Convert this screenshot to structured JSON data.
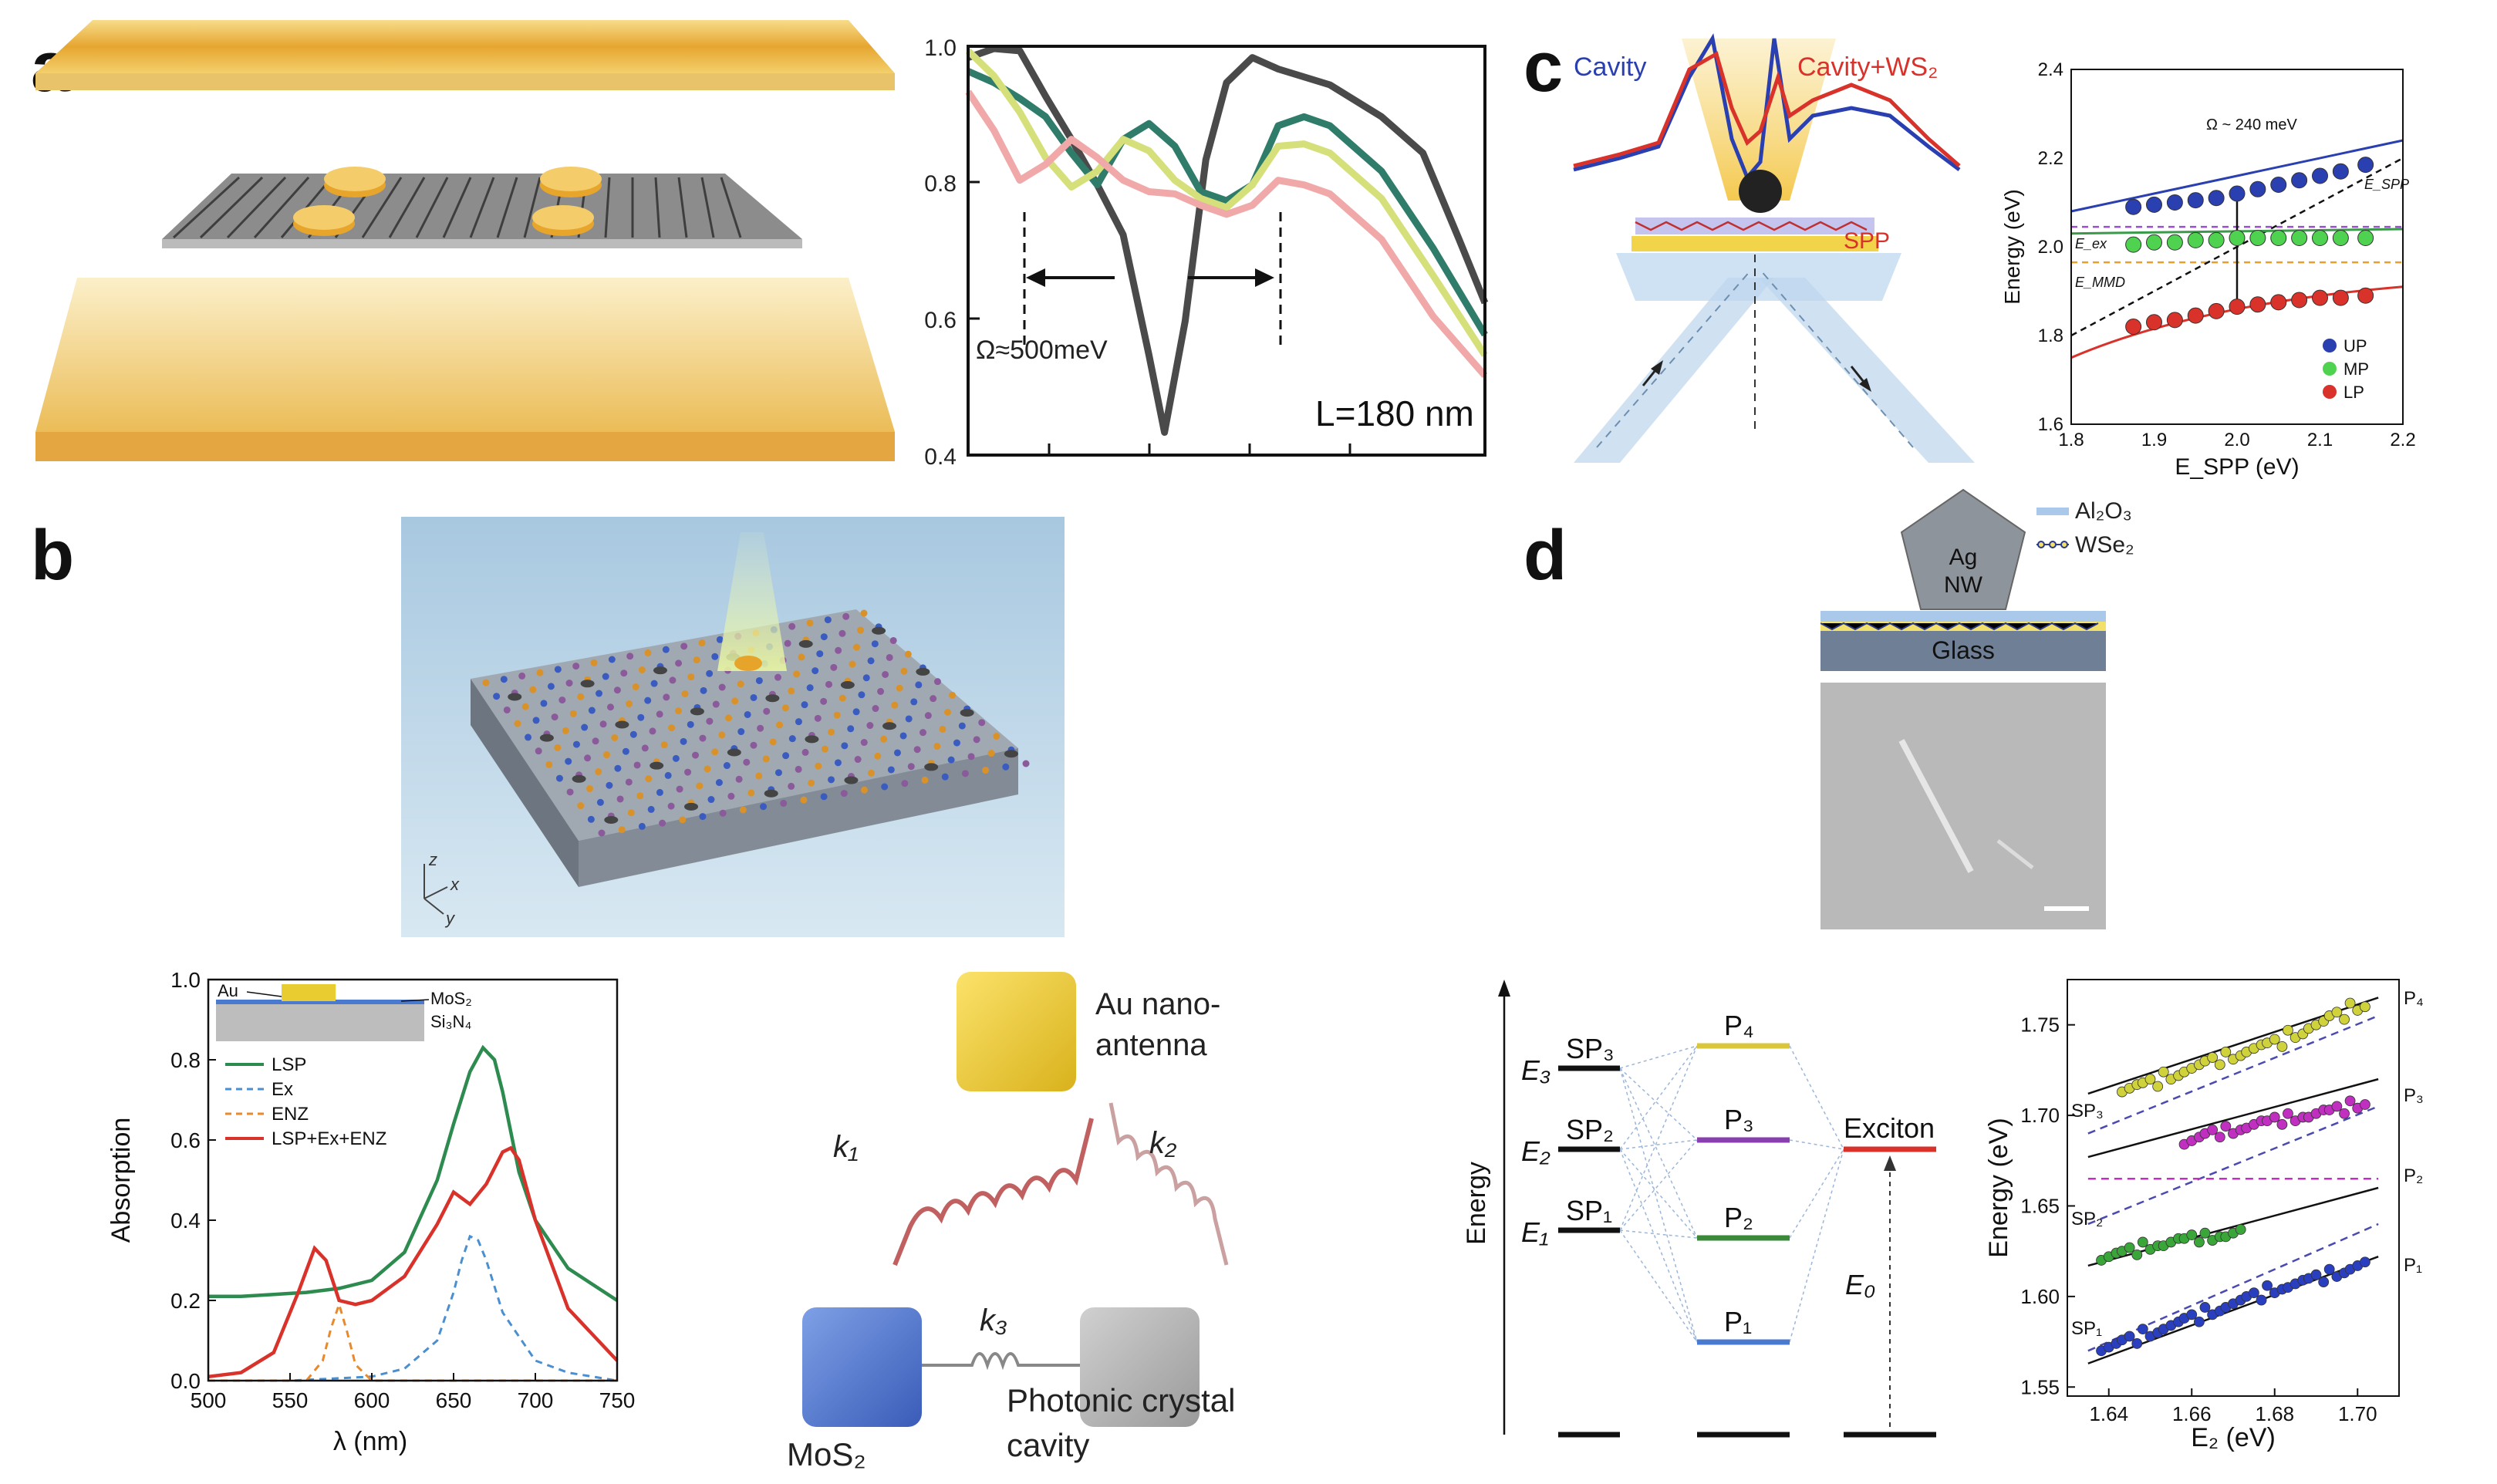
{
  "panel_letters": {
    "a": "a",
    "b": "b",
    "c": "c",
    "d": "d"
  },
  "colors": {
    "gold": "#e9b73a",
    "gold_light": "#f3d583",
    "dark_grey": "#4a4a4a",
    "teal": "#2f7c6a",
    "lime": "#d6e07a",
    "pink": "#f0a8a8",
    "blue": "#2a3fb0",
    "red": "#d8322a",
    "green": "#3a9a4a",
    "purple": "#8a3fb0",
    "yellow": "#d9d43a",
    "magenta": "#c02fc0",
    "light_blue": "#9ec3e3"
  },
  "panel_a": {
    "chart": {
      "type": "line",
      "ylim": [
        0.4,
        1.0
      ],
      "yticks": [
        "1.0",
        "0.8",
        "0.6",
        "0.4"
      ],
      "annotation": "Ω≈500meV",
      "label": "L=180 nm",
      "series": [
        {
          "color": "#4a4a4a",
          "x": [
            0,
            0.05,
            0.1,
            0.15,
            0.2,
            0.25,
            0.3,
            0.35,
            0.38,
            0.42,
            0.46,
            0.5,
            0.55,
            0.6,
            0.7,
            0.8,
            0.88,
            0.95,
            1.0
          ],
          "y": [
            0.98,
            1.0,
            0.99,
            0.93,
            0.86,
            0.8,
            0.72,
            0.55,
            0.43,
            0.6,
            0.83,
            0.95,
            0.98,
            0.97,
            0.94,
            0.9,
            0.84,
            0.72,
            0.62
          ]
        },
        {
          "color": "#2f7c6a",
          "x": [
            0,
            0.05,
            0.1,
            0.15,
            0.2,
            0.25,
            0.3,
            0.35,
            0.4,
            0.45,
            0.5,
            0.55,
            0.6,
            0.65,
            0.7,
            0.8,
            0.9,
            1.0
          ],
          "y": [
            0.96,
            0.95,
            0.92,
            0.9,
            0.84,
            0.8,
            0.86,
            0.89,
            0.85,
            0.79,
            0.77,
            0.8,
            0.88,
            0.9,
            0.88,
            0.82,
            0.7,
            0.58
          ]
        },
        {
          "color": "#d6e07a",
          "x": [
            0,
            0.05,
            0.1,
            0.15,
            0.2,
            0.25,
            0.3,
            0.35,
            0.4,
            0.45,
            0.5,
            0.55,
            0.6,
            0.65,
            0.7,
            0.8,
            0.9,
            1.0
          ],
          "y": [
            0.99,
            0.96,
            0.9,
            0.84,
            0.79,
            0.82,
            0.86,
            0.85,
            0.8,
            0.78,
            0.76,
            0.8,
            0.85,
            0.86,
            0.84,
            0.78,
            0.66,
            0.55
          ]
        },
        {
          "color": "#f0a8a8",
          "x": [
            0,
            0.05,
            0.1,
            0.15,
            0.2,
            0.25,
            0.3,
            0.35,
            0.4,
            0.45,
            0.5,
            0.55,
            0.6,
            0.65,
            0.7,
            0.8,
            0.9,
            1.0
          ],
          "y": [
            0.93,
            0.88,
            0.8,
            0.83,
            0.86,
            0.84,
            0.8,
            0.79,
            0.78,
            0.77,
            0.75,
            0.77,
            0.8,
            0.8,
            0.78,
            0.72,
            0.6,
            0.52
          ]
        }
      ]
    }
  },
  "panel_b": {
    "axes_label": {
      "z": "z",
      "x": "x",
      "y": "y"
    },
    "chart": {
      "type": "line",
      "xlabel": "λ (nm)",
      "ylabel": "Absorption",
      "xlim": [
        500,
        750
      ],
      "ylim": [
        0.0,
        1.0
      ],
      "xticks": [
        "500",
        "550",
        "600",
        "650",
        "700",
        "750"
      ],
      "yticks": [
        "0.0",
        "0.2",
        "0.4",
        "0.6",
        "0.8",
        "1.0"
      ],
      "inset": {
        "au": "Au",
        "mos2": "MoS₂",
        "si3n4": "Si₃N₄"
      },
      "legend": [
        "LSP",
        "Ex",
        "ENZ",
        "LSP+Ex+ENZ"
      ],
      "series": [
        {
          "name": "LSP",
          "color": "#2e8b4f",
          "dash": false,
          "x": [
            500,
            520,
            540,
            560,
            580,
            600,
            620,
            640,
            650,
            660,
            668,
            675,
            680,
            690,
            700,
            720,
            750
          ],
          "y": [
            0.21,
            0.21,
            0.215,
            0.22,
            0.23,
            0.25,
            0.32,
            0.5,
            0.64,
            0.77,
            0.83,
            0.8,
            0.72,
            0.52,
            0.4,
            0.28,
            0.2
          ]
        },
        {
          "name": "Ex",
          "color": "#4a8fd0",
          "dash": true,
          "x": [
            500,
            550,
            600,
            620,
            640,
            650,
            655,
            660,
            665,
            670,
            680,
            700,
            720,
            750
          ],
          "y": [
            0.0,
            0.0,
            0.01,
            0.03,
            0.1,
            0.22,
            0.3,
            0.36,
            0.35,
            0.3,
            0.17,
            0.05,
            0.02,
            0.0
          ]
        },
        {
          "name": "ENZ",
          "color": "#e88a2c",
          "dash": true,
          "x": [
            500,
            560,
            570,
            575,
            580,
            585,
            590,
            600,
            750
          ],
          "y": [
            0.0,
            0.0,
            0.05,
            0.13,
            0.19,
            0.12,
            0.04,
            0.0,
            0.0
          ]
        },
        {
          "name": "LSP+Ex+ENZ",
          "color": "#d8322a",
          "dash": false,
          "x": [
            500,
            520,
            540,
            555,
            565,
            572,
            580,
            590,
            600,
            620,
            640,
            650,
            660,
            670,
            680,
            685,
            690,
            700,
            720,
            750
          ],
          "y": [
            0.01,
            0.02,
            0.07,
            0.22,
            0.33,
            0.3,
            0.2,
            0.19,
            0.2,
            0.26,
            0.39,
            0.47,
            0.44,
            0.49,
            0.57,
            0.58,
            0.55,
            0.4,
            0.18,
            0.05
          ]
        }
      ]
    },
    "diagram": {
      "au_label": "Au nano-antenna",
      "au_label_1": "Au nano-",
      "au_label_2": "antenna",
      "mos2_label": "MoS₂",
      "pc_label_1": "Photonic crystal",
      "pc_label_2": "cavity",
      "k1": "k₁",
      "k2": "k₂",
      "k3": "k₃"
    }
  },
  "panel_c": {
    "schematic": {
      "cavity": "Cavity",
      "cavity_ws2": "Cavity+WS₂",
      "spp": "SPP"
    },
    "chart": {
      "type": "scatter",
      "xlabel": "E_SPP (eV)",
      "ylabel": "Energy (eV)",
      "xlim": [
        1.8,
        2.2
      ],
      "ylim": [
        1.6,
        2.4
      ],
      "xticks": [
        "1.8",
        "1.9",
        "2.0",
        "2.1",
        "2.2"
      ],
      "yticks": [
        "1.6",
        "1.8",
        "2.0",
        "2.2",
        "2.4"
      ],
      "annotation": "Ω ~ 240 meV",
      "labels": {
        "espp": "E_SPP",
        "eex": "E_ex",
        "emmd": "E_MMD"
      },
      "legend": [
        "UP",
        "MP",
        "LP"
      ],
      "series": [
        {
          "name": "UP",
          "color": "#2a3fb0",
          "x": [
            1.875,
            1.9,
            1.925,
            1.95,
            1.975,
            2.0,
            2.025,
            2.05,
            2.075,
            2.1,
            2.125,
            2.155
          ],
          "y": [
            2.09,
            2.095,
            2.1,
            2.105,
            2.11,
            2.12,
            2.13,
            2.14,
            2.15,
            2.16,
            2.17,
            2.185
          ]
        },
        {
          "name": "MP",
          "color": "#4fd24f",
          "x": [
            1.875,
            1.9,
            1.925,
            1.95,
            1.975,
            2.0,
            2.025,
            2.05,
            2.075,
            2.1,
            2.125,
            2.155
          ],
          "y": [
            2.005,
            2.01,
            2.01,
            2.015,
            2.015,
            2.02,
            2.02,
            2.02,
            2.02,
            2.02,
            2.02,
            2.02
          ]
        },
        {
          "name": "LP",
          "color": "#d8322a",
          "x": [
            1.875,
            1.9,
            1.925,
            1.95,
            1.975,
            2.0,
            2.025,
            2.05,
            2.075,
            2.1,
            2.125,
            2.155
          ],
          "y": [
            1.82,
            1.83,
            1.835,
            1.845,
            1.855,
            1.865,
            1.87,
            1.875,
            1.88,
            1.885,
            1.885,
            1.89
          ]
        }
      ]
    }
  },
  "panel_d": {
    "schematic": {
      "ag": "Ag",
      "nw": "NW",
      "glass": "Glass",
      "al2o3": "Al₂O₃",
      "wse2": "WSe₂"
    },
    "levels": {
      "energy": "Energy",
      "e3": "E₃",
      "e2": "E₂",
      "e1": "E₁",
      "e0": "E₀",
      "sp3": "SP₃",
      "sp2": "SP₂",
      "sp1": "SP₁",
      "p4": "P₄",
      "p3": "P₃",
      "p2": "P₂",
      "p1": "P₁",
      "exciton": "Exciton"
    },
    "chart": {
      "type": "scatter",
      "xlabel": "E₂ (eV)",
      "ylabel": "Energy (eV)",
      "xlim": [
        1.63,
        1.71
      ],
      "ylim": [
        1.545,
        1.775
      ],
      "xticks": [
        "1.64",
        "1.66",
        "1.68",
        "1.70"
      ],
      "yticks": [
        "1.55",
        "1.60",
        "1.65",
        "1.70",
        "1.75"
      ],
      "right_labels": [
        "P₄",
        "P₃",
        "P₂",
        "P₁"
      ],
      "left_labels": [
        "SP₃",
        "SP₂",
        "SP₁"
      ],
      "series": [
        {
          "name": "P4",
          "color": "#cfd23a",
          "x": [
            1.645,
            1.65,
            1.655,
            1.66,
            1.665,
            1.67,
            1.675,
            1.68,
            1.685,
            1.69,
            1.695,
            1.7
          ],
          "y": [
            1.715,
            1.718,
            1.722,
            1.726,
            1.73,
            1.733,
            1.737,
            1.74,
            1.745,
            1.75,
            1.755,
            1.76
          ]
        },
        {
          "name": "P3",
          "color": "#c02fc0",
          "x": [
            1.66,
            1.665,
            1.67,
            1.675,
            1.68,
            1.685,
            1.69,
            1.695,
            1.7
          ],
          "y": [
            1.686,
            1.69,
            1.692,
            1.695,
            1.697,
            1.699,
            1.701,
            1.703,
            1.706
          ]
        },
        {
          "name": "P2",
          "color": "#3aa63a",
          "x": [
            1.64,
            1.645,
            1.65,
            1.655,
            1.66,
            1.665,
            1.67
          ],
          "y": [
            1.622,
            1.625,
            1.628,
            1.63,
            1.632,
            1.633,
            1.635
          ]
        },
        {
          "name": "P1",
          "color": "#2a3fc0",
          "x": [
            1.64,
            1.645,
            1.65,
            1.655,
            1.66,
            1.665,
            1.67,
            1.675,
            1.68,
            1.685,
            1.69,
            1.695,
            1.7
          ],
          "y": [
            1.572,
            1.576,
            1.58,
            1.584,
            1.588,
            1.592,
            1.596,
            1.6,
            1.604,
            1.607,
            1.61,
            1.613,
            1.617
          ]
        }
      ]
    }
  }
}
